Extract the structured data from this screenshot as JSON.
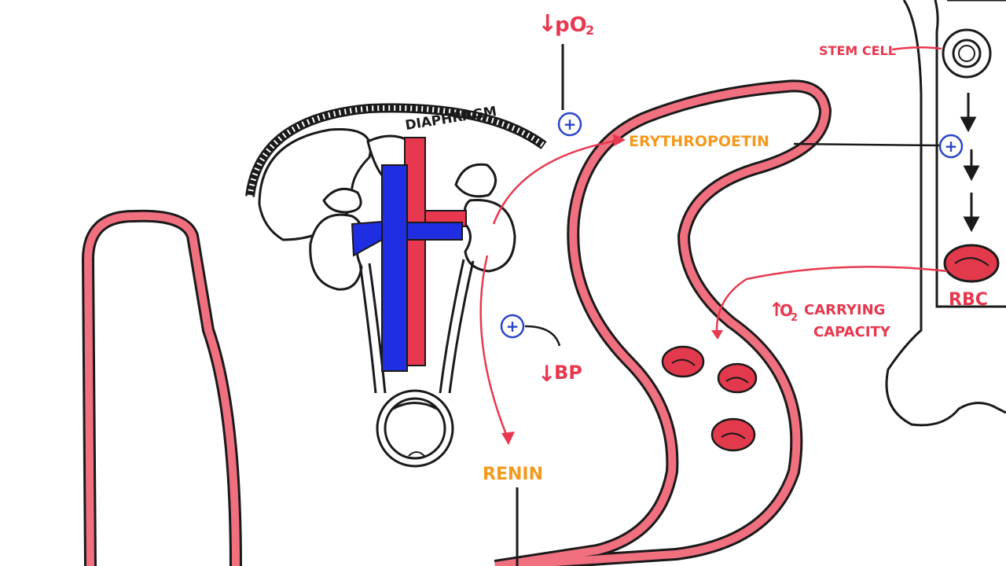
{
  "labels": {
    "po2_arrow": "↓",
    "po2": "pO",
    "po2_sub": "2",
    "diaphragm": "DIAPHRAGM",
    "stem_cell": "STEM CELL",
    "erythropoetin": "ERYTHROPOETIN",
    "bp_arrow": "↓",
    "bp": "BP",
    "renin": "RENIN",
    "rbc": "RBC",
    "o2_arrow": "↑",
    "o2": "O",
    "o2_sub": "2",
    "carrying": "CARRYING",
    "capacity": "CAPACITY",
    "plus": "+"
  },
  "colors": {
    "vessel_red": "#e8384f",
    "vein_blue": "#1e2ee0",
    "ink": "#1a1a1a",
    "orange": "#f39a1e",
    "circle_blue": "#2a46c8",
    "rbc_fill": "#e23a4c"
  }
}
